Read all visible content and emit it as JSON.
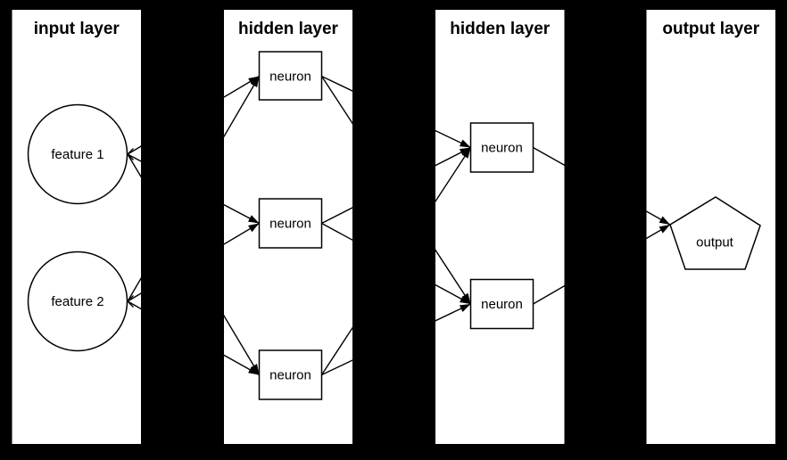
{
  "diagram": {
    "type": "neural-network-feedforward",
    "colors": {
      "background": "#000000",
      "panel_fill": "#ffffff",
      "line": "#000000",
      "text": "#000000"
    },
    "layers": [
      {
        "id": "input",
        "title": "input layer",
        "nodes": [
          {
            "id": "feature1",
            "label": "feature 1",
            "shape": "circle"
          },
          {
            "id": "feature2",
            "label": "feature 2",
            "shape": "circle"
          }
        ]
      },
      {
        "id": "hidden1",
        "title": "hidden layer",
        "nodes": [
          {
            "id": "h1n1",
            "label": "neuron",
            "shape": "rect"
          },
          {
            "id": "h1n2",
            "label": "neuron",
            "shape": "rect"
          },
          {
            "id": "h1n3",
            "label": "neuron",
            "shape": "rect"
          }
        ]
      },
      {
        "id": "hidden2",
        "title": "hidden layer",
        "nodes": [
          {
            "id": "h2n1",
            "label": "neuron",
            "shape": "rect"
          },
          {
            "id": "h2n2",
            "label": "neuron",
            "shape": "rect"
          }
        ]
      },
      {
        "id": "output",
        "title": "output layer",
        "nodes": [
          {
            "id": "out1",
            "label": "output",
            "shape": "pentagon"
          }
        ]
      }
    ],
    "edges": [
      {
        "from": "feature1",
        "to": "h1n1"
      },
      {
        "from": "feature1",
        "to": "h1n2"
      },
      {
        "from": "feature1",
        "to": "h1n3"
      },
      {
        "from": "feature2",
        "to": "h1n1"
      },
      {
        "from": "feature2",
        "to": "h1n2"
      },
      {
        "from": "feature2",
        "to": "h1n3"
      },
      {
        "from": "h1n1",
        "to": "h2n1"
      },
      {
        "from": "h1n1",
        "to": "h2n2"
      },
      {
        "from": "h1n2",
        "to": "h2n1"
      },
      {
        "from": "h1n2",
        "to": "h2n2"
      },
      {
        "from": "h1n3",
        "to": "h2n1"
      },
      {
        "from": "h1n3",
        "to": "h2n2"
      },
      {
        "from": "h2n1",
        "to": "out1"
      },
      {
        "from": "h2n2",
        "to": "out1"
      }
    ]
  }
}
